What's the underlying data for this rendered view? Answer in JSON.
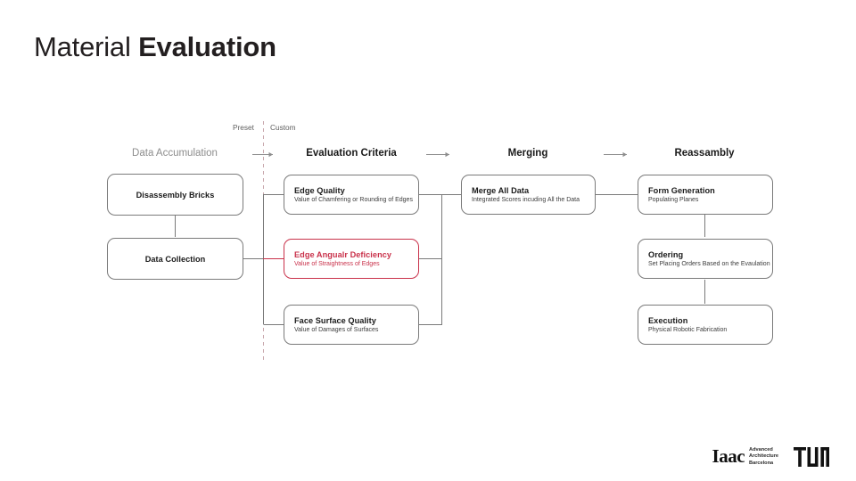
{
  "slide": {
    "title_light": "Material",
    "title_bold": "Evaluation",
    "accent_color": "#c9314a",
    "box_border_color": "#7a7a7a",
    "muted_text_color": "#8d8d8d",
    "background": "#ffffff"
  },
  "divider": {
    "left_label": "Preset",
    "right_label": "Custom"
  },
  "stages": [
    {
      "name": "data-accumulation",
      "label": "Data Accumulation",
      "emphasis": "muted"
    },
    {
      "name": "evaluation-criteria",
      "label": "Evaluation Criteria",
      "emphasis": "strong"
    },
    {
      "name": "merging",
      "label": "Merging",
      "emphasis": "strong"
    },
    {
      "name": "reassambly",
      "label": "Reassambly",
      "emphasis": "strong"
    }
  ],
  "nodes": {
    "disassembly_bricks": {
      "title": "Disassembly Bricks",
      "subtitle": ""
    },
    "data_collection": {
      "title": "Data Collection",
      "subtitle": ""
    },
    "edge_quality": {
      "title": "Edge Quality",
      "subtitle": "Value of Chamfering or Rounding of Edges"
    },
    "edge_angular_deficiency": {
      "title": "Edge Angualr Deficiency",
      "subtitle": "Value of Straightness of Edges"
    },
    "face_surface_quality": {
      "title": "Face Surface Quality",
      "subtitle": "Value of Damages of Surfaces"
    },
    "merge_all_data": {
      "title": "Merge All Data",
      "subtitle": "Integrated Scores incuding All the Data"
    },
    "form_generation": {
      "title": "Form Generation",
      "subtitle": "Populating Planes"
    },
    "ordering": {
      "title": "Ordering",
      "subtitle": "Set Placing Orders Based on the Evaulation"
    },
    "execution": {
      "title": "Execution",
      "subtitle": "Physical Robotic Fabrication"
    }
  },
  "footer": {
    "iaac_mark": "Iaac",
    "iaac_line1": "Advanced",
    "iaac_line2": "Architecture",
    "iaac_line3": "Barcelona",
    "tum_mark": "TUM"
  }
}
